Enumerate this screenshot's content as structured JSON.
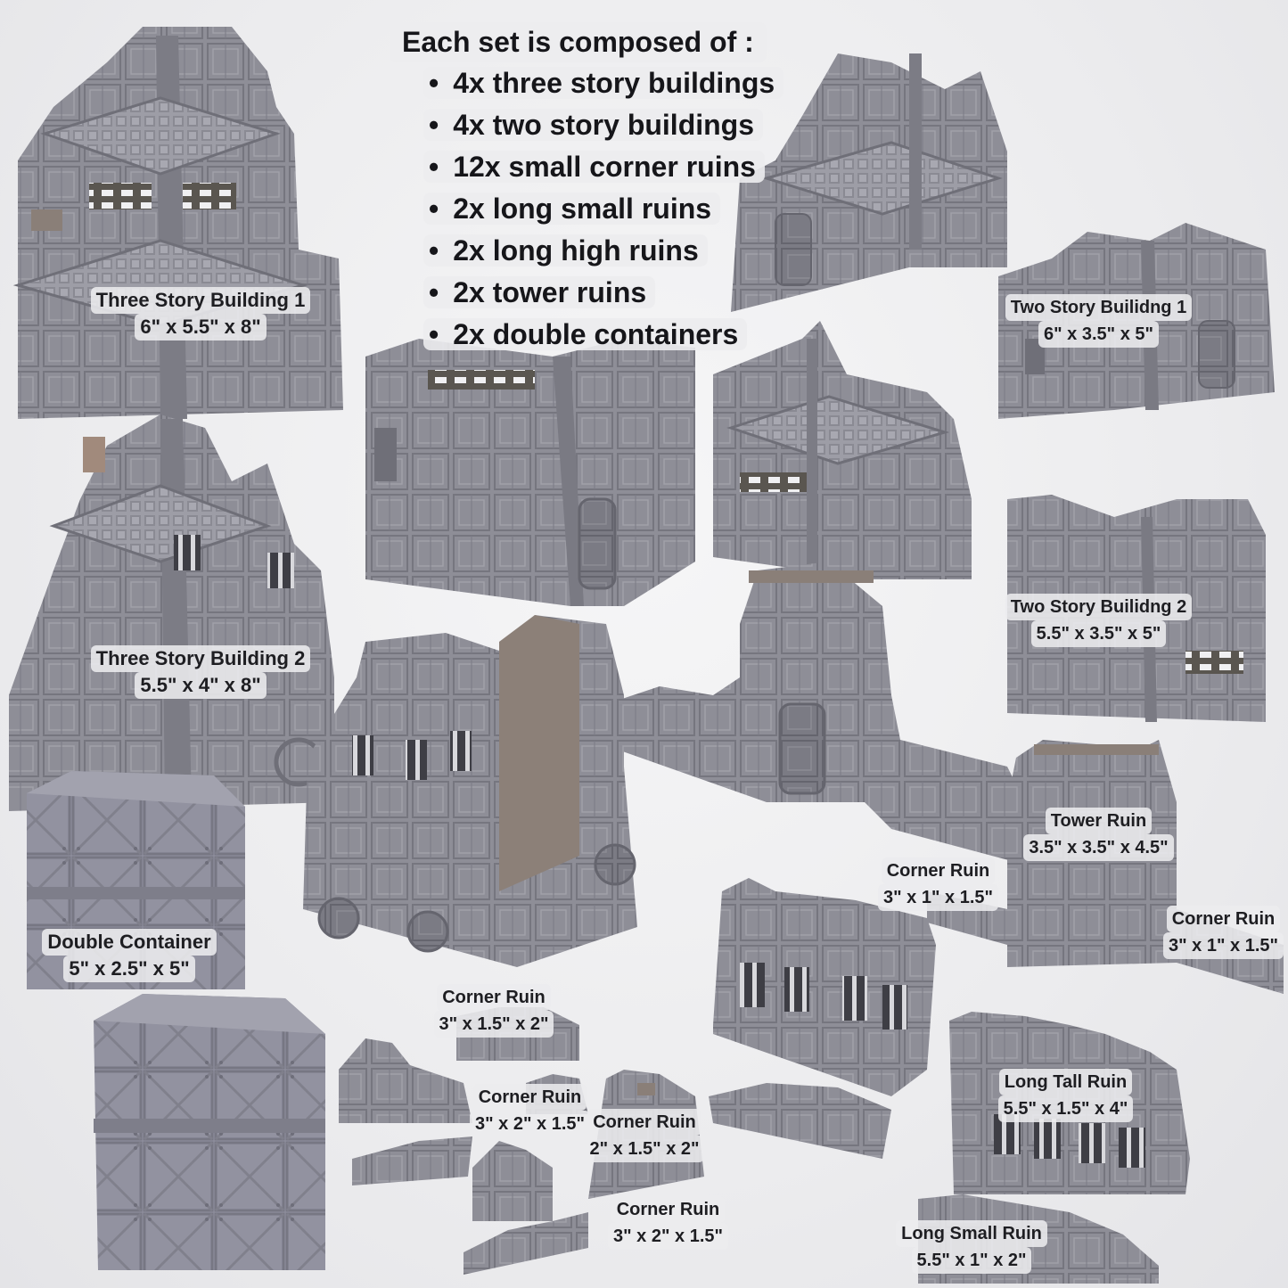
{
  "set_list": {
    "heading": "Each set is composed of :",
    "items": [
      "4x three story buildings",
      "4x two story buildings",
      "12x small corner ruins",
      "2x long small ruins",
      "2x long high ruins",
      "2x tower ruins",
      "2x double containers"
    ]
  },
  "labels": {
    "three_story_1": {
      "name": "Three Story Building 1",
      "size": "6\" x 5.5\" x 8\""
    },
    "three_story_2": {
      "name": "Three Story Building 2",
      "size": "5.5\" x 4\" x 8\""
    },
    "two_story_1": {
      "name": "Two Story Builidng 1",
      "size": "6\" x 3.5\" x 5\""
    },
    "two_story_2": {
      "name": "Two Story Builidng 2",
      "size": "5.5\" x 3.5\" x 5\""
    },
    "double_container": {
      "name": "Double Container",
      "size": "5\" x 2.5\" x 5\""
    },
    "tower_ruin": {
      "name": "Tower Ruin",
      "size": "3.5\" x 3.5\" x 4.5\""
    },
    "corner_ruin_a": {
      "name": "Corner Ruin",
      "size": "3\" x 1\" x 1.5\""
    },
    "corner_ruin_b": {
      "name": "Corner Ruin",
      "size": "3\" x 1\" x 1.5\""
    },
    "corner_ruin_c": {
      "name": "Corner Ruin",
      "size": "3\" x 1.5\" x 2\""
    },
    "corner_ruin_d": {
      "name": "Corner Ruin",
      "size": "3\" x 2\" x 1.5\""
    },
    "corner_ruin_e": {
      "name": "Corner Ruin",
      "size": "2\" x 1.5\" x 2\""
    },
    "corner_ruin_f": {
      "name": "Corner Ruin",
      "size": "3\" x 2\" x 1.5\""
    },
    "long_tall_ruin": {
      "name": "Long Tall Ruin",
      "size": "5.5\" x 1.5\" x 4\""
    },
    "long_small_ruin": {
      "name": "Long Small Ruin",
      "size": "5.5\" x 1\" x 2\""
    }
  },
  "colors": {
    "background": "#ececee",
    "plastic": "#8d8d96",
    "plastic_dark": "#6f6f78",
    "plastic_light": "#a4a4ad",
    "accent_tan": "#8a7f78",
    "text": "#1e1e22"
  }
}
